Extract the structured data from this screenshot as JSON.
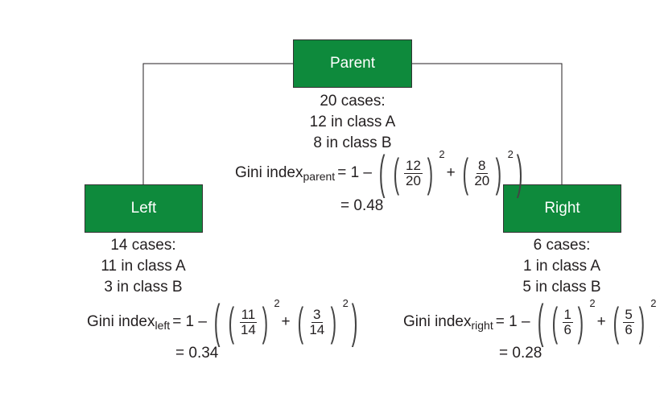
{
  "nodes": {
    "parent": {
      "label": "Parent",
      "lines": [
        "20 cases:",
        "12 in class A",
        "8 in class B"
      ]
    },
    "left": {
      "label": "Left",
      "lines": [
        "14 cases:",
        "11 in class A",
        "3 in class B"
      ]
    },
    "right": {
      "label": "Right",
      "lines": [
        "6 cases:",
        "1 in class A",
        "5 in class B"
      ]
    }
  },
  "gini": {
    "prefix": "Gini index",
    "equals_one_minus": "= 1 –",
    "plus": "+",
    "power": "2",
    "parent": {
      "subscript": "parent",
      "f1": {
        "num": "12",
        "den": "20"
      },
      "f2": {
        "num": "8",
        "den": "20"
      },
      "result": "= 0.48"
    },
    "left": {
      "subscript": "left",
      "f1": {
        "num": "11",
        "den": "14"
      },
      "f2": {
        "num": "3",
        "den": "14"
      },
      "result": "= 0.34"
    },
    "right": {
      "subscript": "right",
      "f1": {
        "num": "1",
        "den": "6"
      },
      "f2": {
        "num": "5",
        "den": "6"
      },
      "result": "= 0.28"
    }
  }
}
